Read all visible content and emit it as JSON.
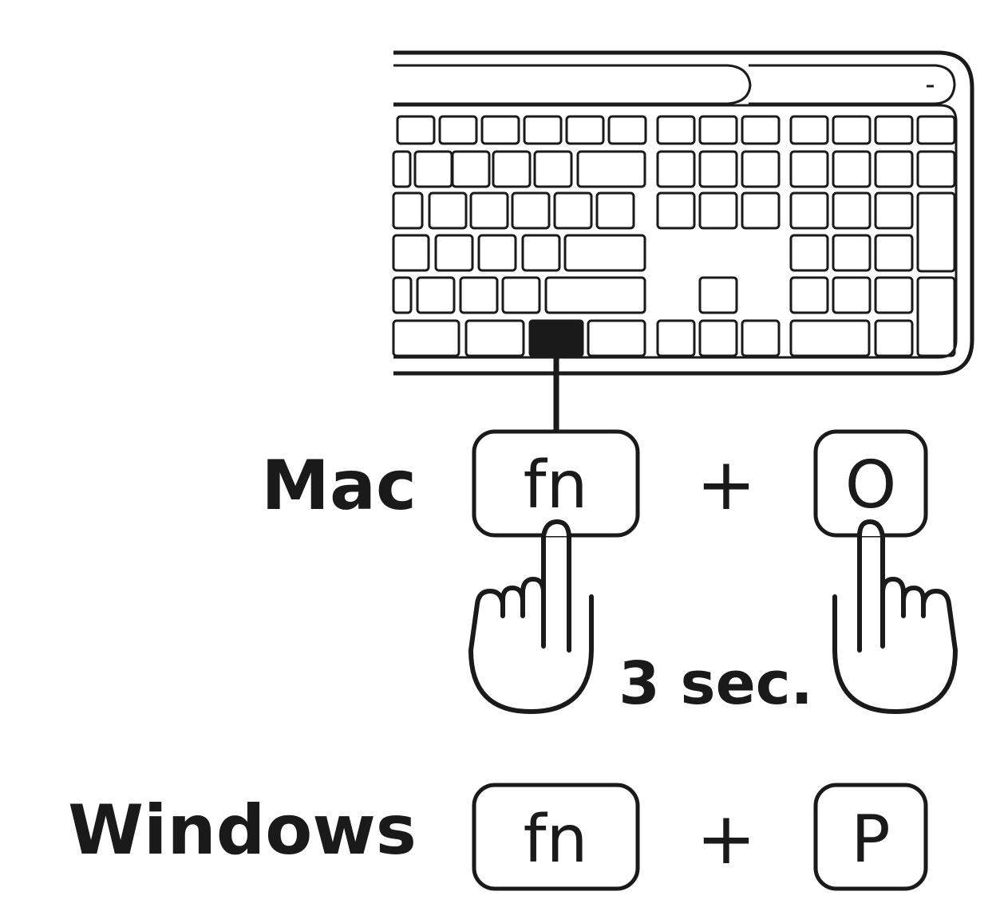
{
  "colors": {
    "ink": "#1a1a1a",
    "paper": "#ffffff"
  },
  "keyboard": {
    "name": "keyboard-illustration",
    "highlighted_key": "fn"
  },
  "mac": {
    "label": "Mac",
    "key1": "fn",
    "plus": "+",
    "key2": "O",
    "duration": "3 sec."
  },
  "windows": {
    "label": "Windows",
    "key1": "fn",
    "plus": "+",
    "key2": "P"
  },
  "icons": [
    "keyboard-icon",
    "hand-press-icon"
  ]
}
